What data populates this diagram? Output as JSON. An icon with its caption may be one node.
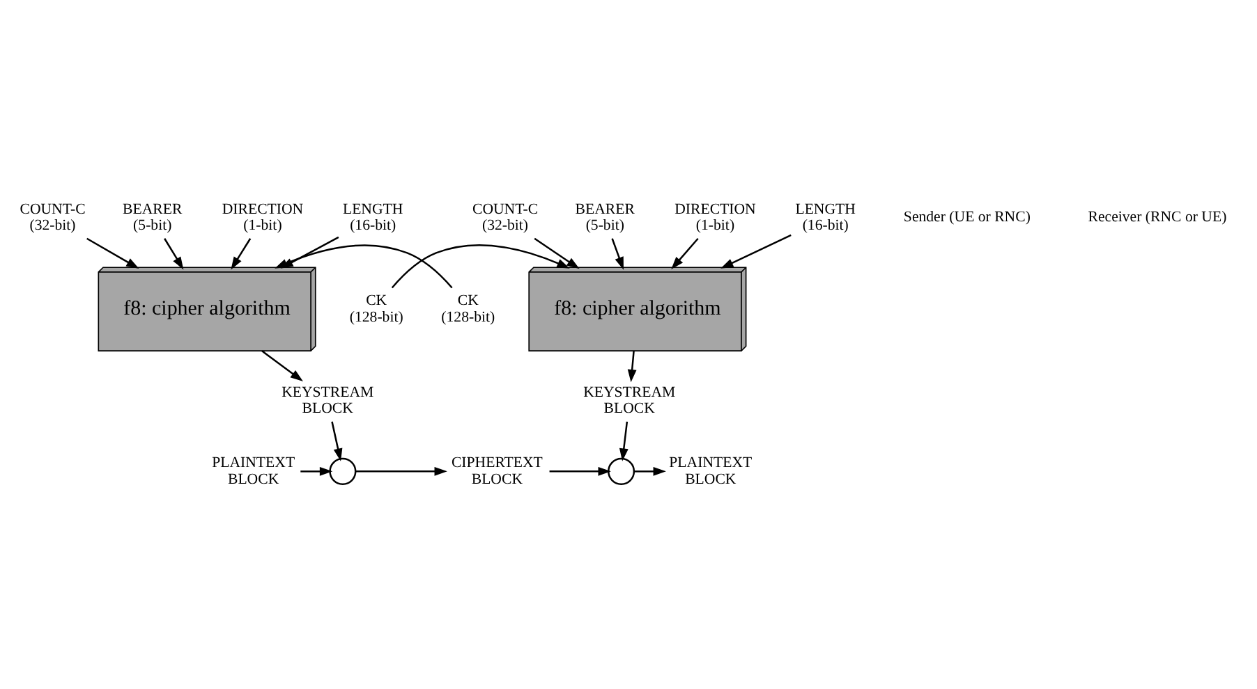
{
  "diagram": {
    "nodes": [
      {
        "text": [
          "COUNT-C (32-bit)"
        ]
      },
      {
        "text": [
          "BEARER (5-bit)"
        ]
      },
      {
        "text": [
          "DIRECTION (1-bit)"
        ]
      },
      {
        "text": [
          "LENGTH (16-bit)"
        ]
      },
      {
        "text": [
          "CK (128-bit)"
        ]
      },
      {
        "text": [
          "f8: cipher algorithm"
        ]
      },
      {
        "text": [
          "KEYSTREAM BLOCK"
        ]
      },
      {
        "text": [
          "PLAINTEXT BLOCK"
        ]
      },
      {
        "text": [],
        "shape": "circle"
      },
      {
        "text": [
          "CIPHERTEXT BLOCK"
        ]
      },
      {
        "text": [
          "COUNT-C (32-bit)"
        ]
      },
      {
        "text": [
          "BEARER (5-bit)"
        ]
      },
      {
        "text": [
          "DIRECTION (1-bit)"
        ]
      },
      {
        "text": [
          "LENGTH (16-bit)"
        ]
      },
      {
        "text": [
          "CK (128-bit)"
        ]
      },
      {
        "text": [
          "f8: cipher algorithm"
        ]
      },
      {
        "text": [
          "KEYSTREAM BLOCK"
        ]
      },
      {
        "text": [],
        "shape": "circle"
      },
      {
        "text": [
          "PLAINTEXT BLOCK"
        ]
      }
    ],
    "edges": [
      {
        "from": 0,
        "to": 5,
        "arrow": "to"
      },
      {
        "from": 1,
        "to": 5,
        "arrow": "to"
      },
      {
        "from": 2,
        "to": 5,
        "arrow": "to"
      },
      {
        "from": 3,
        "to": 5,
        "arrow": "to"
      },
      {
        "from": 4,
        "to": 5,
        "arrow": "to"
      },
      {
        "from": 5,
        "to": 6,
        "arrow": "to"
      },
      {
        "from": 6,
        "to": 8,
        "arrow": "to"
      },
      {
        "from": 7,
        "to": 8,
        "arrow": "to"
      },
      {
        "from": 8,
        "to": 9,
        "arrow": "to"
      },
      {
        "from": 9,
        "to": 17,
        "arrow": "to"
      },
      {
        "from": 10,
        "to": 15,
        "arrow": "to"
      },
      {
        "from": 11,
        "to": 15,
        "arrow": "to"
      },
      {
        "from": 12,
        "to": 15,
        "arrow": "to"
      },
      {
        "from": 13,
        "to": 15,
        "arrow": "to"
      },
      {
        "from": 14,
        "to": 15,
        "arrow": "to"
      },
      {
        "from": 15,
        "to": 16,
        "arrow": "to"
      },
      {
        "from": 16,
        "to": 17,
        "arrow": "to"
      },
      {
        "from": 17,
        "to": 18,
        "arrow": "to"
      }
    ],
    "labels": [
      "Sender (UE or RNC)",
      "Receiver (RNC or UE)"
    ]
  }
}
